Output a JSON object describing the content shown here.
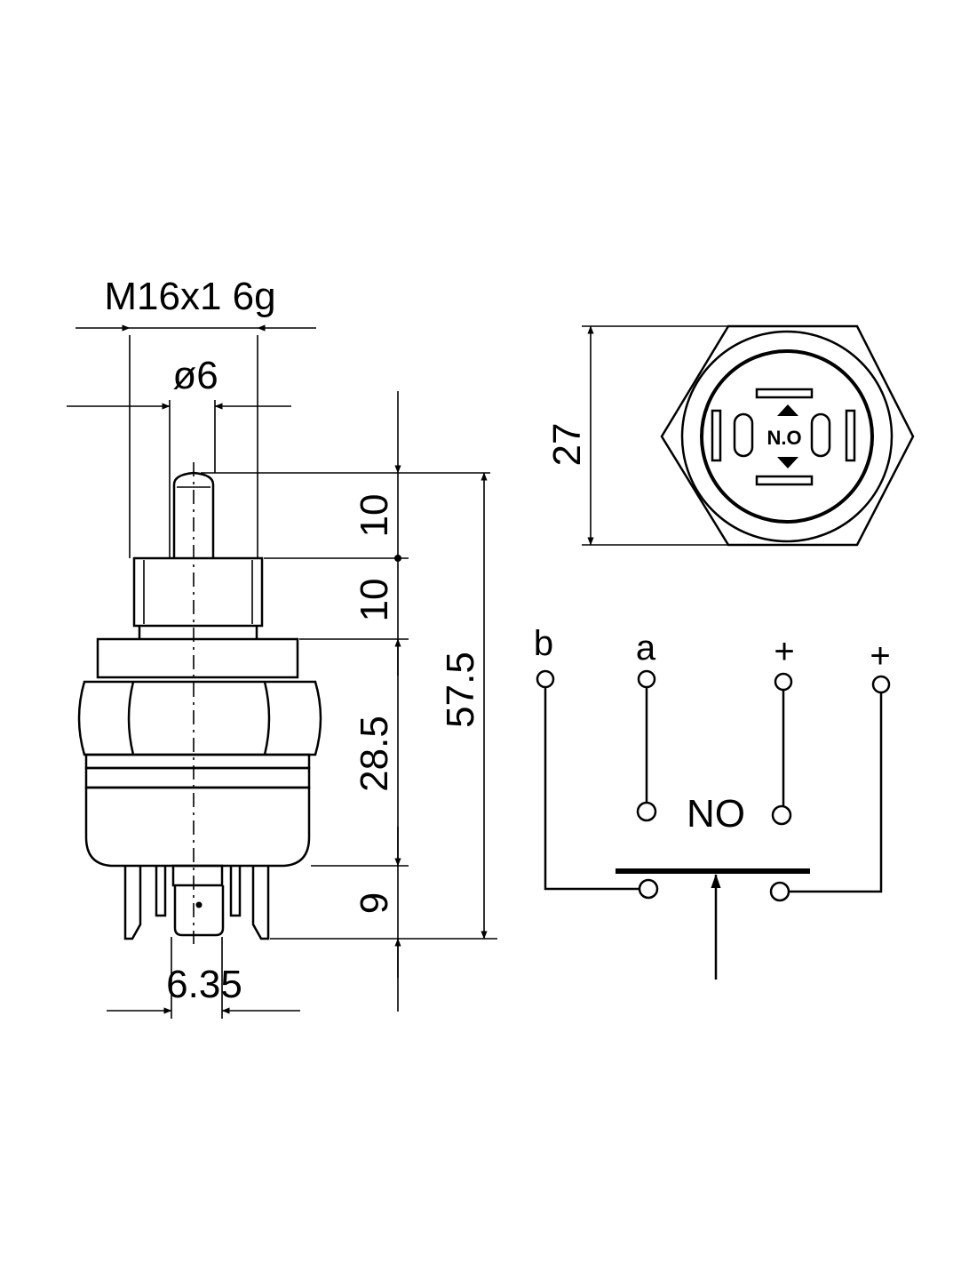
{
  "dimensions": {
    "thread": "M16x1 6g",
    "plunger_diameter": "ø6",
    "plunger_length": "10",
    "nut_height": "10",
    "body_height": "28.5",
    "overall_height": "57.5",
    "terminal_height": "9",
    "terminal_width": "6.35",
    "hex_width": "27"
  },
  "top_view": {
    "marking": "N.O"
  },
  "schematic": {
    "terminals": [
      "b",
      "a",
      "+",
      "+"
    ],
    "contact_type": "NO"
  }
}
